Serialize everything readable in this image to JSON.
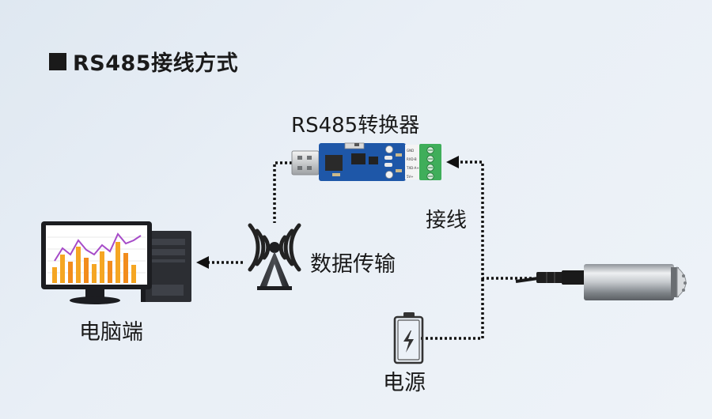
{
  "title": "RS485接线方式",
  "labels": {
    "converter": "RS485转换器",
    "wiring": "接线",
    "transmission": "数据传输",
    "computer": "电脑端",
    "power": "电源"
  },
  "terminal_labels": [
    "GND",
    "RXD-B",
    "TXD-A+",
    "5V+"
  ],
  "colors": {
    "text": "#1a1a1a",
    "pcb": "#1e57a8",
    "terminal": "#3fae5a",
    "chart_bar": "#f5a623",
    "chart_line": "#a64bc8",
    "dots": "#111111"
  },
  "icons": [
    "antenna-icon",
    "battery-icon",
    "computer-icon",
    "usb-plug-icon",
    "sensor-probe-icon"
  ]
}
